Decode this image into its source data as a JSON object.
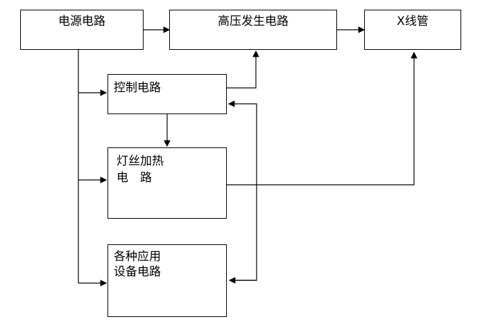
{
  "nodes": {
    "power": {
      "label": "电源电路"
    },
    "high_voltage": {
      "label": "高压发生电路"
    },
    "xray_tube": {
      "label": "X线管"
    },
    "control": {
      "label": "控制电路"
    },
    "filament": {
      "line1": "灯丝加热",
      "line2": "电　路"
    },
    "equipment": {
      "line1": "各种应用",
      "line2": "设备电路"
    }
  }
}
